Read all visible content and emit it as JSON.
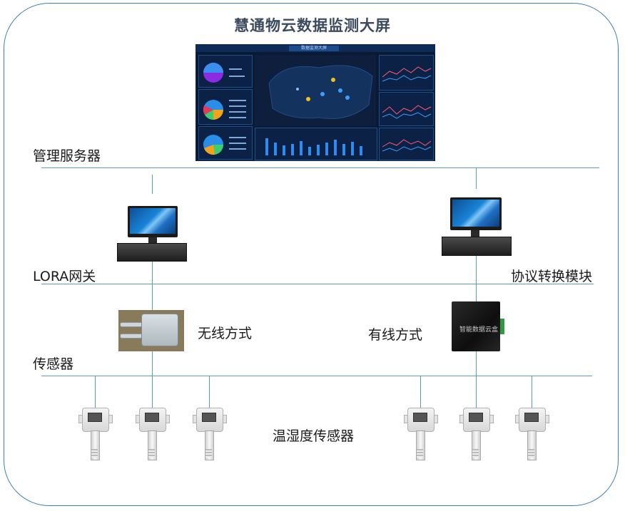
{
  "title": "慧通物云数据监测大屏",
  "levels": {
    "server": "管理服务器",
    "gateway": "LORA网关",
    "protocol": "协议转换模块",
    "sensor": "传感器"
  },
  "modes": {
    "wireless": "无线方式",
    "wired": "有线方式"
  },
  "sensor_caption": "温湿度传感器",
  "device_text": {
    "converter": "智能数据云盒",
    "dashboard": "数据监测大屏"
  },
  "colors": {
    "frame": "#3f7fb0",
    "lines": "#5a9fb5",
    "title": "#3c4a5e"
  }
}
